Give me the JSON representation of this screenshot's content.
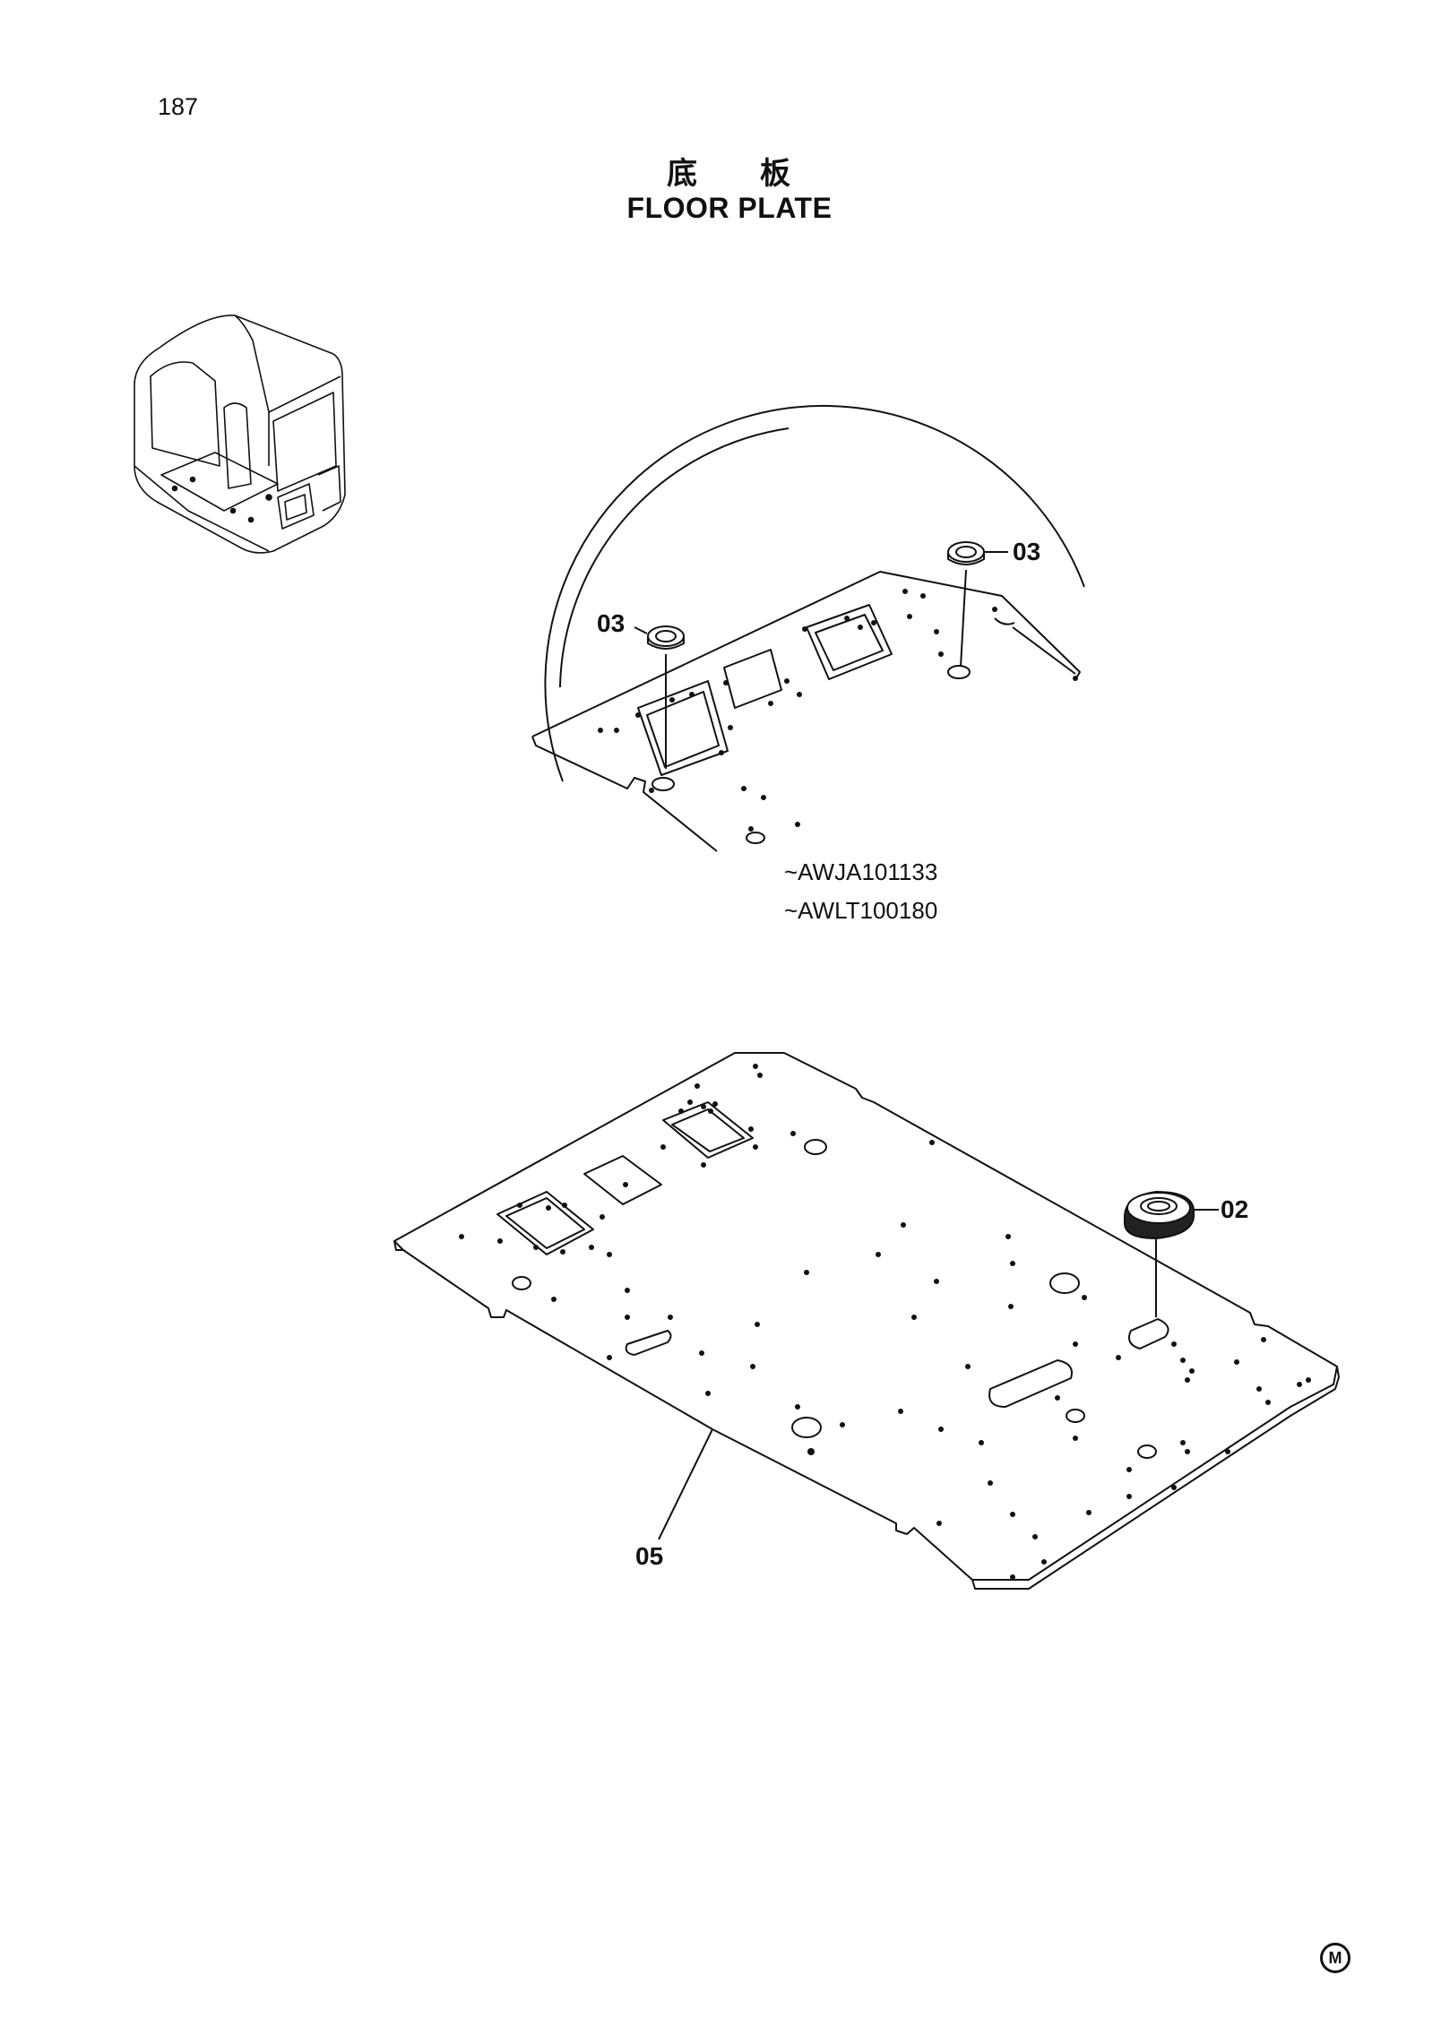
{
  "page": {
    "number": "187"
  },
  "title": {
    "cjk_1": "底",
    "cjk_2": "板",
    "english": "FLOOR PLATE"
  },
  "callouts": [
    {
      "id": "03-left",
      "text": "03"
    },
    {
      "id": "03-right",
      "text": "03"
    },
    {
      "id": "02",
      "text": "02"
    },
    {
      "id": "05",
      "text": "05"
    }
  ],
  "serial_ranges": [
    "~AWJA101133",
    "~AWLT100180"
  ],
  "brand_mark": "M",
  "parts_shown": [
    {
      "icon": "cab-outline-icon"
    },
    {
      "icon": "floor-plate-detail-icon"
    },
    {
      "icon": "floor-plate-icon"
    },
    {
      "icon": "grommet-icon"
    },
    {
      "icon": "oval-plug-icon"
    }
  ]
}
